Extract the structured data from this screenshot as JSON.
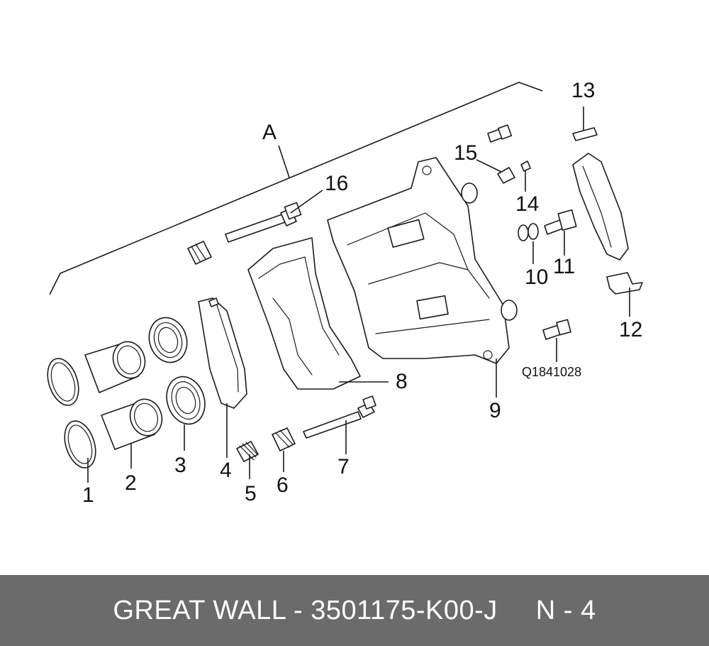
{
  "diagram": {
    "callouts": {
      "c1": "1",
      "c2": "2",
      "c3": "3",
      "c4": "4",
      "c5": "5",
      "c6": "6",
      "c7": "7",
      "c8": "8",
      "c9": "9",
      "c10": "10",
      "c11": "11",
      "c12": "12",
      "c13": "13",
      "c14": "14",
      "c15": "15",
      "c16": "16",
      "cA": "A"
    },
    "bolt_code": "Q1841028"
  },
  "footer": {
    "brand_part": "GREAT WALL - 3501175-K00-J",
    "page_ref": "N - 4",
    "background": "#6b6b6b"
  }
}
